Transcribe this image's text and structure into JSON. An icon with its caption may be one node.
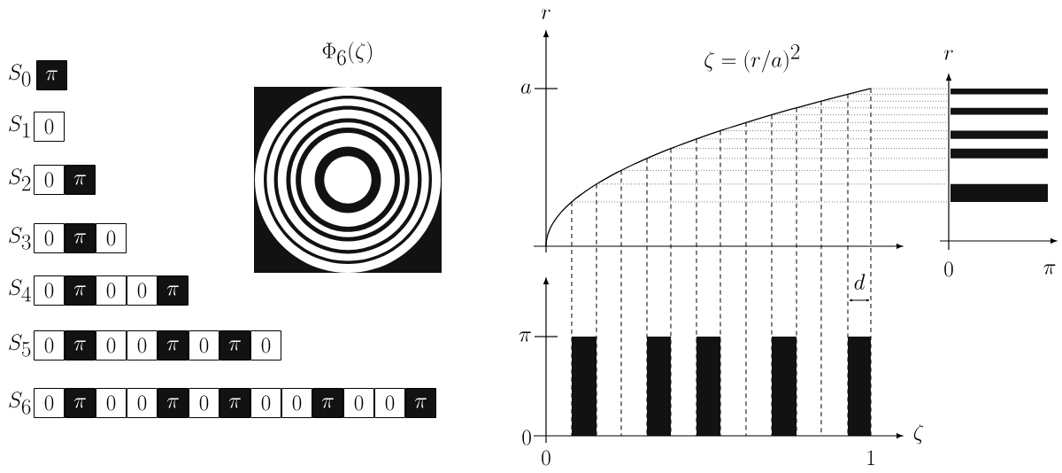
{
  "diagram": {
    "labels": [
      "S_0",
      "\\pi",
      "S_1",
      "0",
      "S_2",
      "0",
      "\\pi",
      "S_3",
      "0",
      "\\pi",
      "0",
      "S_4",
      "0",
      "\\pi",
      "0",
      "0",
      "\\pi",
      "S_5",
      "0",
      "\\pi",
      "0",
      "0",
      "\\pi",
      "0",
      "\\pi",
      "0",
      "S_6",
      "0",
      "\\pi",
      "0",
      "0",
      "\\pi",
      "0",
      "\\pi",
      "0",
      "0",
      "\\pi",
      "0",
      "0",
      "\\pi",
      "\\Phi_6(\\zeta)",
      "r",
      "a",
      "\\zeta = (r/a)^2",
      "r",
      "0",
      "\\pi",
      "d",
      "\\pi",
      "0",
      "0",
      "1",
      "\\zeta"
    ]
  }
}
